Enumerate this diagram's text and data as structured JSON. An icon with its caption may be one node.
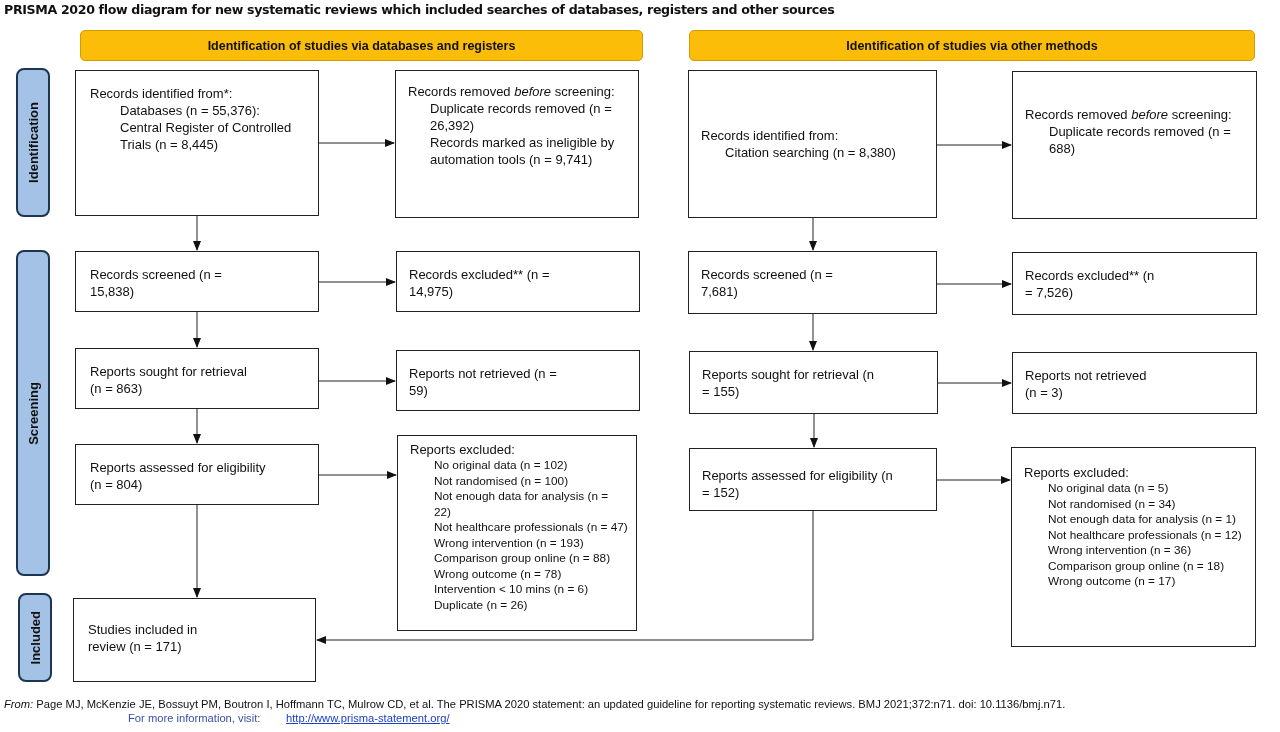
{
  "diagram": {
    "title": "PRISMA 2020 flow diagram for new systematic reviews which included searches of databases, registers and other sources",
    "caption": "*From:* Page MJ, McKenzie JE, Bossuyt PM, Boutron I, Hoffmann TC, Mulrow CD, et al. The PRISMA 2020 statement: an updated guideline for reporting systematic reviews. BMJ 2021;372:n71. doi: 10.1136/bmj.n71.",
    "nodes": [
      {
        "text": [
          "Identification of studies via databases and registers"
        ]
      },
      {
        "text": [
          "Identification of studies via other methods"
        ]
      },
      {
        "text": [
          "Identification"
        ]
      },
      {
        "text": [
          "Screening"
        ]
      },
      {
        "text": [
          "Included"
        ]
      },
      {
        "text": [
          "Records identified from*:",
          "Databases (n = 55,376):",
          "Central Register of Controlled Trials (n = 8,445)"
        ]
      },
      {
        "text": [
          "Records removed *before* screening:",
          "Duplicate records removed (n = 26,392)",
          "Records marked as ineligible by automation tools (n = 9,741)"
        ]
      },
      {
        "text": [
          "Records screened (n = 15,838)"
        ]
      },
      {
        "text": [
          "Records excluded** (n = 14,975)"
        ]
      },
      {
        "text": [
          "Reports sought for retrieval (n = 863)"
        ]
      },
      {
        "text": [
          "Reports not retrieved (n = 59)"
        ]
      },
      {
        "text": [
          "Reports assessed for eligibility (n = 804)"
        ]
      },
      {
        "text": [
          "Reports excluded:",
          "No original data (n = 102)",
          "Not randomised (n = 100)",
          "Not enough data for analysis (n = 22)",
          "Not healthcare professionals (n = 47)",
          "Wrong intervention (n = 193)",
          "Comparison group online (n = 88)",
          "Wrong outcome (n = 78)",
          "Intervention < 10 mins (n = 6)",
          "Duplicate (n = 26)"
        ]
      },
      {
        "text": [
          "Studies included in review (n = 171)"
        ]
      },
      {
        "text": [
          "Records identified from:",
          "Citation searching (n = 8,380)"
        ]
      },
      {
        "text": [
          "Records removed *before* screening:",
          "Duplicate records removed (n = 688)"
        ]
      },
      {
        "text": [
          "Records screened (n = 7,681)"
        ]
      },
      {
        "text": [
          "Records excluded** (n = 7,526)"
        ]
      },
      {
        "text": [
          "Reports sought for retrieval (n = 155)"
        ]
      },
      {
        "text": [
          "Reports not retrieved (n = 3)"
        ]
      },
      {
        "text": [
          "Reports assessed for eligibility (n = 152)"
        ]
      },
      {
        "text": [
          "Reports excluded:",
          "No original data (n = 5)",
          "Not randomised (n = 34)",
          "Not enough data for analysis (n = 1)",
          "Not healthcare professionals (n = 12)",
          "Wrong intervention (n = 36)",
          "Comparison group online (n = 18)",
          "Wrong outcome (n = 17)"
        ]
      }
    ],
    "edges": [
      {
        "from": 5,
        "to": 6,
        "arrow": "to"
      },
      {
        "from": 5,
        "to": 7,
        "arrow": "to"
      },
      {
        "from": 7,
        "to": 8,
        "arrow": "to"
      },
      {
        "from": 7,
        "to": 9,
        "arrow": "to"
      },
      {
        "from": 9,
        "to": 10,
        "arrow": "to"
      },
      {
        "from": 9,
        "to": 11,
        "arrow": "to"
      },
      {
        "from": 11,
        "to": 12,
        "arrow": "to"
      },
      {
        "from": 11,
        "to": 13,
        "arrow": "to"
      },
      {
        "from": 14,
        "to": 15,
        "arrow": "to"
      },
      {
        "from": 14,
        "to": 16,
        "arrow": "to"
      },
      {
        "from": 16,
        "to": 17,
        "arrow": "to"
      },
      {
        "from": 16,
        "to": 18,
        "arrow": "to"
      },
      {
        "from": 18,
        "to": 19,
        "arrow": "to"
      },
      {
        "from": 18,
        "to": 20,
        "arrow": "to"
      },
      {
        "from": 20,
        "to": 21,
        "arrow": "to"
      },
      {
        "from": 20,
        "to": 13,
        "arrow": "to"
      }
    ],
    "labels": [
      "For more information, visit:",
      "http://www.prisma-statement.org/"
    ]
  }
}
